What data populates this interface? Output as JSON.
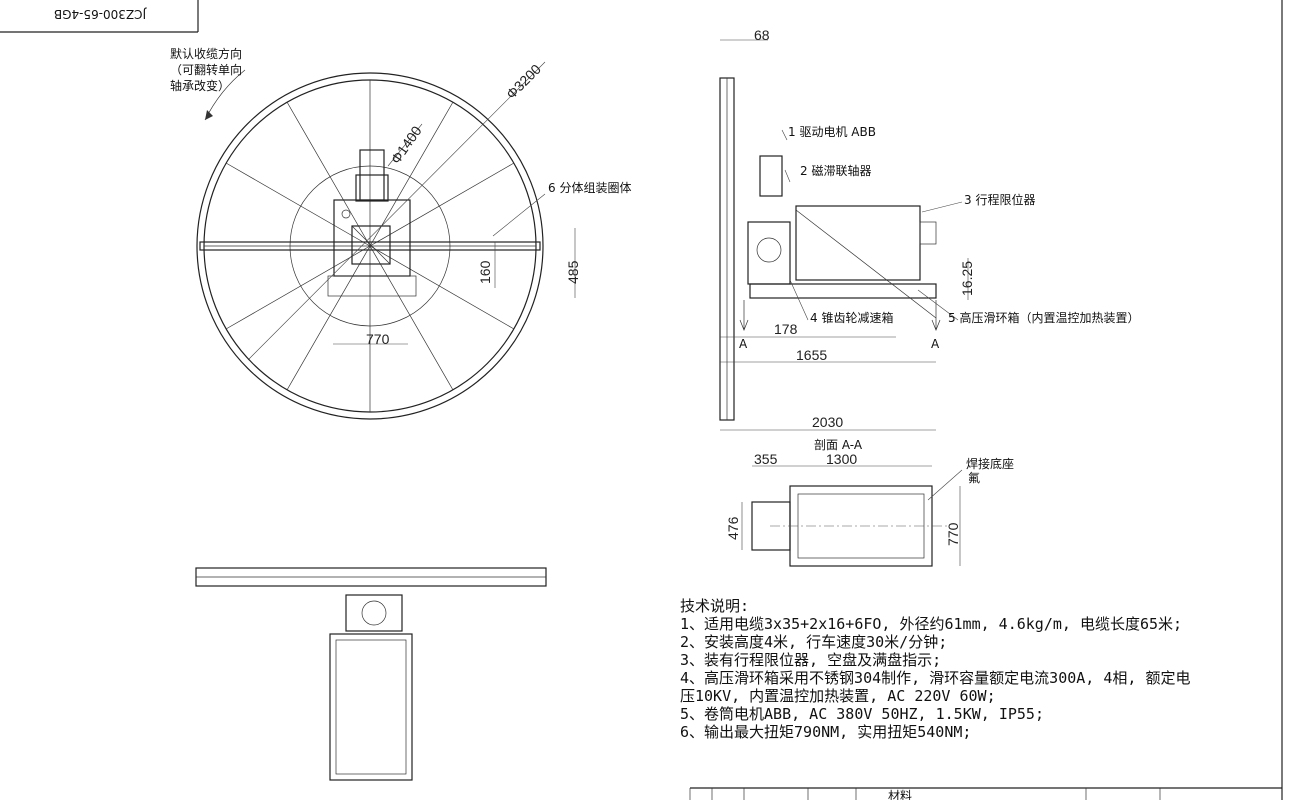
{
  "title_block": {
    "drawing_number": "JCZ300-65-4GB"
  },
  "front_view": {
    "direction_note": [
      "默认收缆方向",
      "（可翻转单向",
      "轴承改变）"
    ],
    "callout_6": "6 分体组装圈体",
    "dims": {
      "d_outer": "Φ3200",
      "d_inner": "Φ1400",
      "h_160": "160",
      "h_485": "485",
      "w_770": "770"
    }
  },
  "side_view": {
    "callouts": [
      "1 驱动电机 ABB",
      "2 磁滞联轴器",
      "3 行程限位器",
      "4 锥齿轮减速箱",
      "5 高压滑环箱（内置温控加热装置）"
    ],
    "dims": {
      "d68": "68",
      "d178": "178",
      "d1655": "1655",
      "d2030": "2030",
      "d16_25": "16.25"
    },
    "section_mark": "A",
    "section_title": "剖面 A-A"
  },
  "base_view": {
    "label": "焊接底座",
    "small_label": "氟",
    "dims": {
      "d355": "355",
      "d1300": "1300",
      "d476": "476",
      "d770": "770"
    }
  },
  "notes": {
    "heading": "技术说明:",
    "lines": [
      "1、适用电缆3x35+2x16+6FO, 外径约61mm, 4.6kg/m, 电缆长度65米;",
      "2、安装高度4米, 行车速度30米/分钟;",
      "3、装有行程限位器, 空盘及满盘指示;",
      "4、高压滑环箱采用不锈钢304制作, 滑环容量额定电流300A, 4相, 额定电",
      "压10KV, 内置温控加热装置, AC 220V 60W;",
      "5、卷筒电机ABB, AC 380V 50HZ, 1.5KW, IP55;",
      "6、输出最大扭矩790NM, 实用扭矩540NM;"
    ]
  },
  "bom_header": {
    "material": "材料"
  }
}
